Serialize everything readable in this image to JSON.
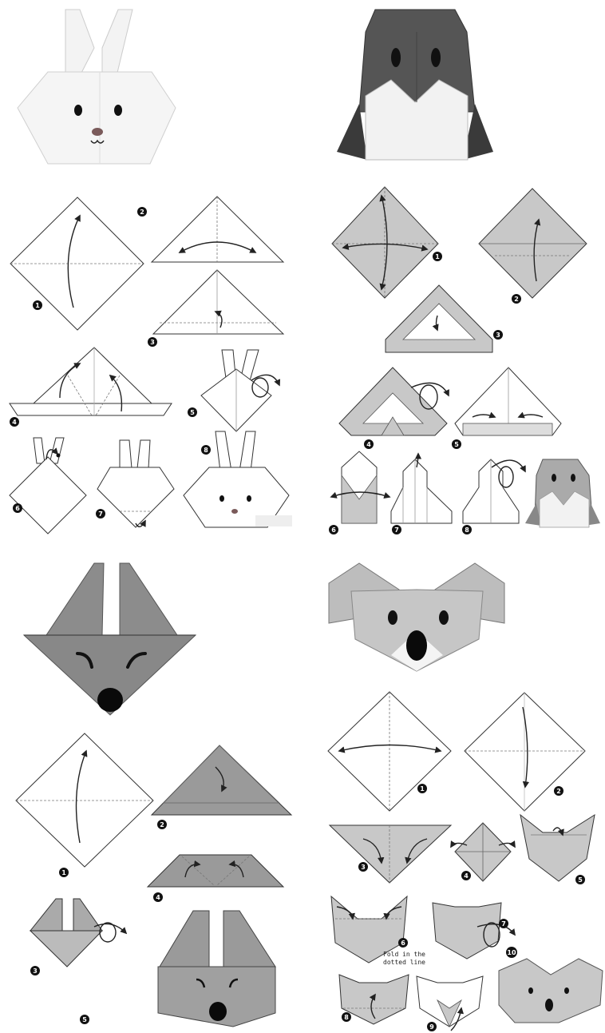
{
  "panels": [
    {
      "name": "rabbit",
      "steps": [
        "1",
        "2",
        "3",
        "4",
        "5",
        "6",
        "7",
        "8"
      ]
    },
    {
      "name": "penguin",
      "steps": [
        "1",
        "2",
        "3",
        "4",
        "5",
        "6",
        "7",
        "8"
      ]
    },
    {
      "name": "fox",
      "steps": [
        "1",
        "2",
        "3",
        "4",
        "5"
      ]
    },
    {
      "name": "koala",
      "steps": [
        "1",
        "2",
        "3",
        "4",
        "5",
        "6",
        "7",
        "8",
        "9",
        "10"
      ]
    }
  ],
  "koala_note": {
    "line1": "Fold in the",
    "line2": "dotted line"
  },
  "colors": {
    "white_paper": "#f7f7f7",
    "gray_paper": "#a9a9a9",
    "dark_paper": "#555555",
    "ink": "#111111"
  }
}
